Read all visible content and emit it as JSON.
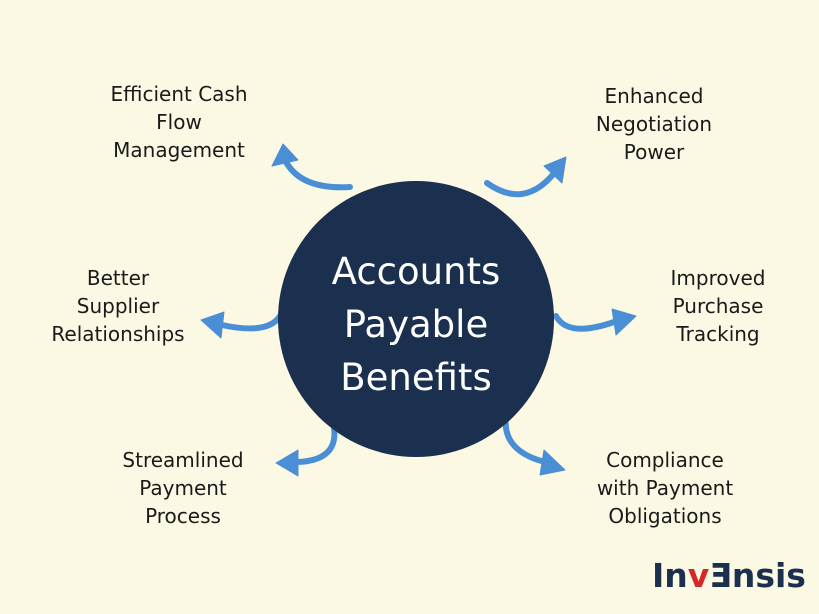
{
  "colors": {
    "background": "#fbf9e4",
    "circle": "#1b2f4e",
    "arrow": "#4a8fd6",
    "text": "#1a1a1a",
    "logo_dark": "#1b2f4e",
    "logo_accent": "#d62828"
  },
  "center": {
    "title": "Accounts\nPayable\nBenefits"
  },
  "benefits": [
    {
      "label": "Efficient Cash\nFlow\nManagement"
    },
    {
      "label": "Enhanced\nNegotiation\nPower"
    },
    {
      "label": "Better\nSupplier\nRelationships"
    },
    {
      "label": "Improved\nPurchase\nTracking"
    },
    {
      "label": "Streamlined\nPayment\nProcess"
    },
    {
      "label": "Compliance\nwith Payment\nObligations"
    }
  ],
  "logo": {
    "part1": "In",
    "part2": "v",
    "part3": "Ǝ",
    "part4": "nsis"
  }
}
